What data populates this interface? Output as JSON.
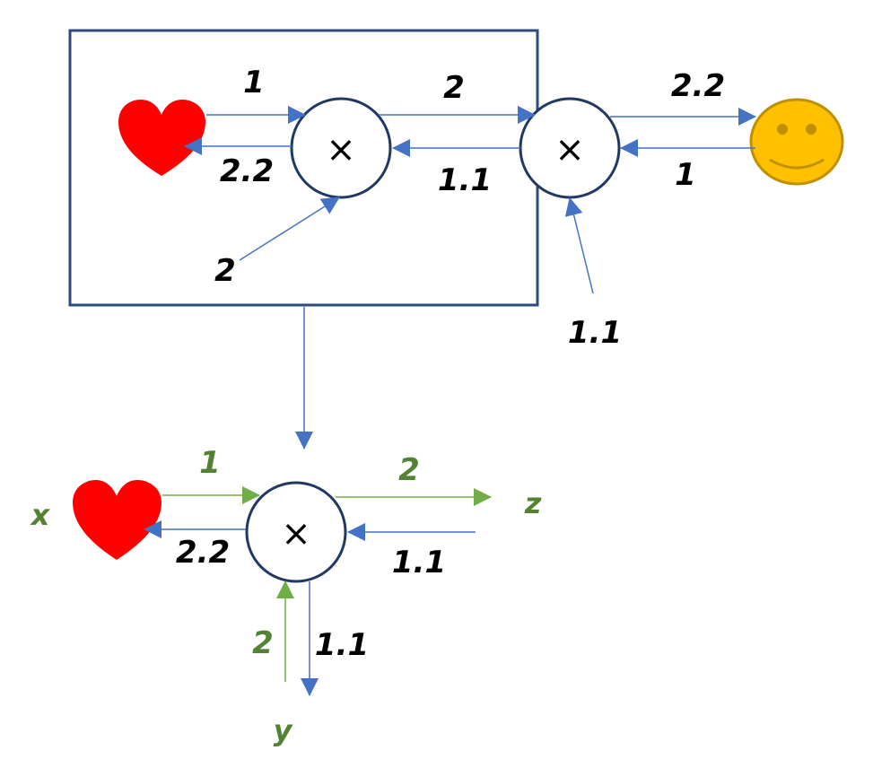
{
  "colors": {
    "edge_blue": "#4472c4",
    "edge_green": "#70ad47",
    "node_border": "#203864",
    "box_border": "#2f4a7e",
    "heart": "#ff0000",
    "smiley_fill": "#ffc000",
    "smiley_border": "#bf9000",
    "text_dark": "#000000",
    "text_green": "#548235"
  },
  "icons": {
    "input_x": "heart-icon",
    "output": "smiley-icon",
    "operator": "multiply-symbol"
  },
  "top": {
    "node1_symbol": "×",
    "node2_symbol": "×",
    "heart_to_node1": "1",
    "node1_to_heart": "2.2",
    "node1_to_node2": "2",
    "node2_to_node1": "1.1",
    "node2_to_smiley": "2.2",
    "smiley_to_node2": "1",
    "node1_side_input": "2",
    "node2_side_input": "1.1"
  },
  "bottom": {
    "node_symbol": "×",
    "forward_x": "1",
    "backward_x": "2.2",
    "forward_z": "2",
    "backward_z": "1.1",
    "forward_y": "2",
    "backward_y": "1.1",
    "var_x": "x",
    "var_y": "y",
    "var_z": "z"
  }
}
